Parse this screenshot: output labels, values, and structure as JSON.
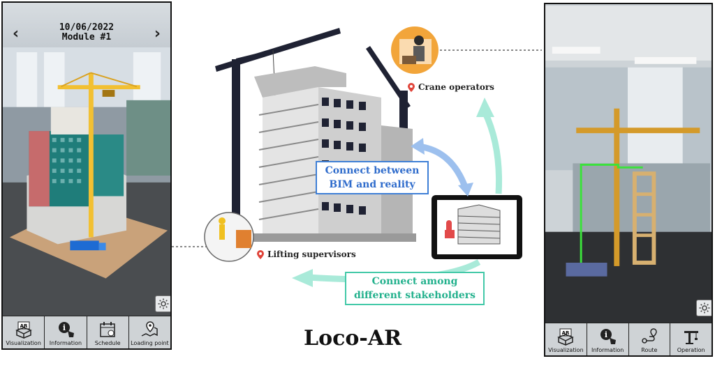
{
  "left_phone": {
    "date": "10/06/2022",
    "module": "Module #1",
    "prev_icon": "chevron-left-icon",
    "next_icon": "chevron-right-icon",
    "tabs": [
      {
        "label": "Visualization",
        "icon": "ar-box-icon"
      },
      {
        "label": "Information",
        "icon": "info-touch-icon"
      },
      {
        "label": "Schedule",
        "icon": "calendar-icon"
      },
      {
        "label": "Loading point",
        "icon": "map-pin-icon"
      }
    ]
  },
  "right_phone": {
    "tabs": [
      {
        "label": "Visualization",
        "icon": "ar-box-icon"
      },
      {
        "label": "Information",
        "icon": "info-touch-icon"
      },
      {
        "label": "Route",
        "icon": "route-icon"
      },
      {
        "label": "Operation",
        "icon": "crane-icon"
      }
    ]
  },
  "center": {
    "callout_bim_line1": "Connect between",
    "callout_bim_line2": "BIM and reality",
    "callout_stake_line1": "Connect among",
    "callout_stake_line2": "different stakeholders",
    "crane_operators": "Crane operators",
    "lifting_supervisors": "Lifting supervisors",
    "title": "Loco-AR"
  },
  "colors": {
    "blue_accent": "#3e7fd6",
    "teal_accent": "#43c9a8",
    "pin_red": "#e0443a",
    "operator_circle": "#f2a53a"
  }
}
